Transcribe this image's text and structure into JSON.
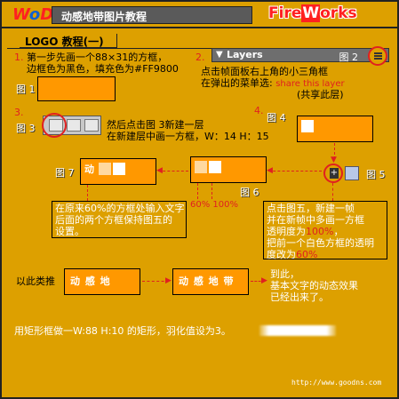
{
  "header": {
    "logo_text_1": "W",
    "logo_text_2": "o",
    "logo_text_3": "D",
    "title": "动感地带图片教程",
    "fw_logo_1": "Fire",
    "fw_logo_2": "W",
    "fw_logo_3": "orks"
  },
  "section": {
    "label": "LOGO 教程(一)"
  },
  "step1": {
    "num": "1.",
    "line1": "第一步先画一个88×31的方框，",
    "line2": "边框色为黑色，填充色为#FF9800",
    "fig": "图 1"
  },
  "step2": {
    "num": "2.",
    "panel_arrow": "▼",
    "panel_title": "Layers",
    "panel_fig": "图 2",
    "line1": "点击帧面板右上角的小三角框",
    "line2_a": "在弹出的菜单选: ",
    "line2_b": "share this layer",
    "line3": "(共享此层)"
  },
  "step3": {
    "num": "3.",
    "fig": "图 3",
    "line1": "然后点击图 3新建一层",
    "line2": "在新建层中画一方框，W：14 H：15"
  },
  "step4": {
    "num": "4.",
    "fig": "图 4"
  },
  "fig5": "图 5",
  "fig6": "图 6",
  "fig7": {
    "label": "图 7",
    "box_text": "动"
  },
  "percent": {
    "a": "60%",
    "b": "100%"
  },
  "note_left": {
    "line1": "在原来60%的方框处输入文字",
    "line2": "后面的两个方框保持图五的",
    "line3": "设置。"
  },
  "note_right": {
    "line1": "点击图五，新建一帧",
    "line2": "并在新帧中多画一方框",
    "line3_a": "透明度为",
    "line3_b": "100%",
    "line3_c": "，",
    "line4": "把前一个白色方框的透明",
    "line5_a": "度改为",
    "line5_b": "60%"
  },
  "row_bottom": {
    "prefix": "以此类推",
    "box1": "动 感 地",
    "box2": "动 感 地 带"
  },
  "done_text": {
    "line1": "到此，",
    "line2": "基本文字的动态效果",
    "line3": "已经出来了。"
  },
  "last_line": "用矩形框做一W:88 H:10 的矩形，羽化值设为3。",
  "footer_url": "http://www.goodns.com",
  "colors": {
    "bg": "#DDA000",
    "orange": "#FF9800",
    "accent_red": "#E02020"
  }
}
